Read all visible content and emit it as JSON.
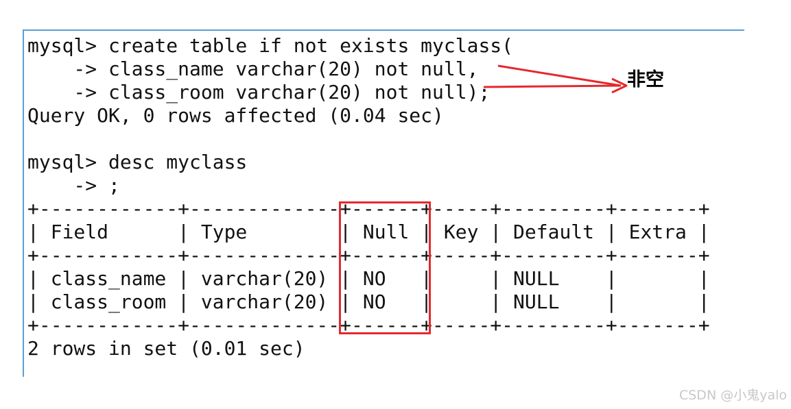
{
  "terminal": {
    "lines": [
      "mysql> create table if not exists myclass(",
      "    -> class_name varchar(20) not null,",
      "    -> class_room varchar(20) not null);",
      "Query OK, 0 rows affected (0.04 sec)",
      "",
      "mysql> desc myclass",
      "    -> ;",
      "+------------+-------------+------+-----+---------+-------+",
      "| Field      | Type        | Null | Key | Default | Extra |",
      "+------------+-------------+------+-----+---------+-------+",
      "| class_name | varchar(20) | NO   |     | NULL    |       |",
      "| class_room | varchar(20) | NO   |     | NULL    |       |",
      "+------------+-------------+------+-----+---------+-------+",
      "2 rows in set (0.01 sec)"
    ]
  },
  "annotation": {
    "label": "非空",
    "color": "#e5282e"
  },
  "colors": {
    "border": "#5a9fd4",
    "text": "#111111"
  },
  "watermark": "CSDN @小鬼yalo"
}
